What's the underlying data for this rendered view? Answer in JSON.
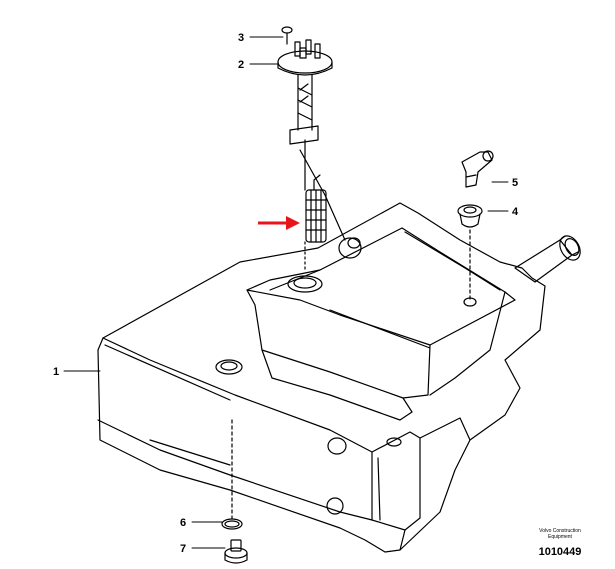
{
  "callouts": {
    "c1": "1",
    "c2": "2",
    "c3": "3",
    "c4": "4",
    "c5": "5",
    "c6": "6",
    "c7": "7"
  },
  "credit_line1": "Volvo Construction",
  "credit_line2": "Equipment",
  "document_number": "1010449",
  "colors": {
    "line": "#000000",
    "arrow": "#e8141b",
    "background": "#ffffff"
  }
}
